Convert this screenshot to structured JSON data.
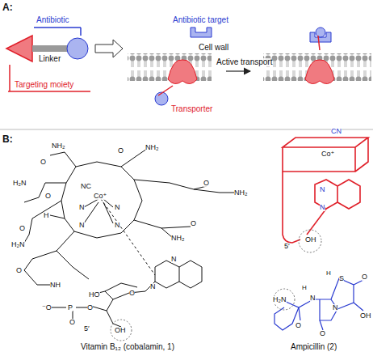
{
  "diagram": {
    "labels": [
      "A:",
      "Antibiotic",
      "Linker",
      "Targeting moiety",
      "Antibiotic target",
      "Cell wall",
      "Transporter",
      "Active transport",
      "B:",
      "NH₂",
      "O",
      "O",
      "NH₂",
      "H₂N",
      "O",
      "O",
      "NH₂",
      "NC",
      "Co⁺",
      "N",
      "N",
      "N",
      "N",
      "H",
      "H₂N",
      "O",
      "O",
      "NH₂",
      "N",
      "N",
      "O",
      "NH",
      "HO",
      "O",
      "⁻O",
      "P",
      "O",
      "O",
      "5′",
      "OH",
      "Vitamin B₁₂ (cobalamin, 1)",
      "CN",
      "Co⁺",
      "N",
      "N",
      "5′",
      "OH",
      "H",
      "S",
      "H₂N",
      "H",
      "N",
      "O",
      "N",
      "O",
      "OH",
      "O",
      "Ampicillin (2)"
    ]
  }
}
